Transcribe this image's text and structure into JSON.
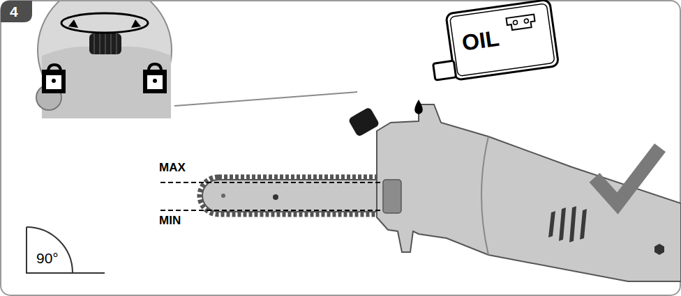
{
  "diagram": {
    "labels": [
      "4",
      "MAX",
      "MIN",
      "90°",
      "OIL"
    ]
  }
}
